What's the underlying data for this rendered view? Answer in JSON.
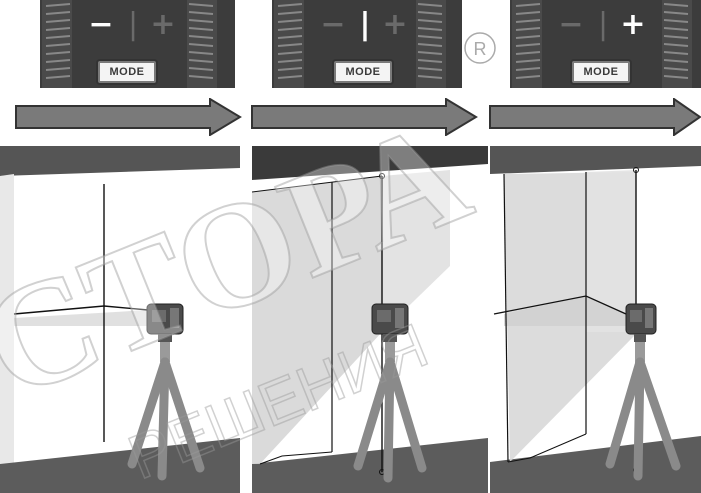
{
  "steps": [
    {
      "mode_label": "MODE",
      "active_indicator": "minus"
    },
    {
      "mode_label": "MODE",
      "active_indicator": "vertical-bar"
    },
    {
      "mode_label": "MODE",
      "active_indicator": "plus"
    }
  ],
  "indicator_symbols": {
    "minus": "−",
    "bar": "|",
    "plus": "+"
  },
  "watermark_texts": [
    "СТОРА",
    "РЕШЕНИЯ"
  ],
  "registered_mark": "®",
  "colors": {
    "device_body": "#3c3c3c",
    "arrow": "#7a7a7a",
    "ceiling": "#555555",
    "floor": "#5c5c5c"
  }
}
